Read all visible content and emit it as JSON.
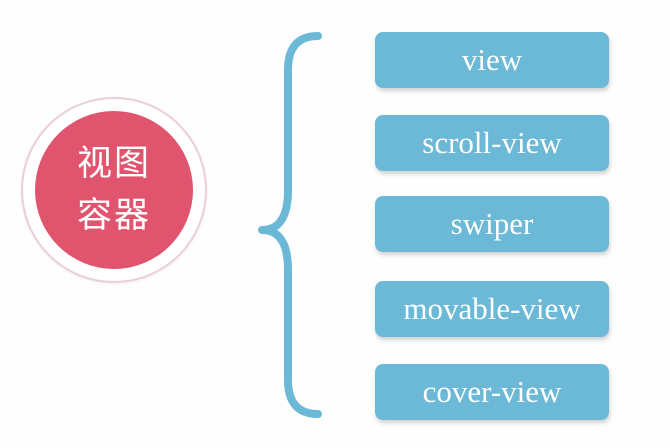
{
  "center": {
    "label": "视图容器"
  },
  "items": [
    {
      "label": "view"
    },
    {
      "label": "scroll-view"
    },
    {
      "label": "swiper"
    },
    {
      "label": "movable-view"
    },
    {
      "label": "cover-view"
    }
  ],
  "colors": {
    "circle_fill": "#e0546e",
    "circle_ring": "#ead0d4",
    "pill_fill": "#6bb9d6",
    "brace": "#6bb9d6",
    "text": "#ffffff"
  },
  "icons": {
    "brace": "curly-brace-icon"
  }
}
